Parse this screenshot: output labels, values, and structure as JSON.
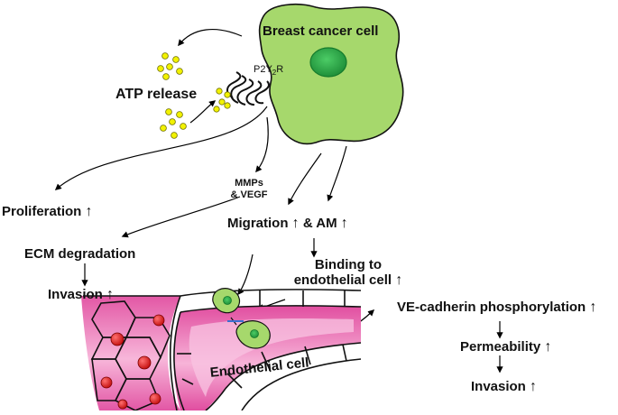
{
  "labels": {
    "breast_cancer_cell": "Breast cancer cell",
    "receptor": "P2Y",
    "receptor_sub1": "2",
    "receptor_r": "R",
    "atp_release": "ATP release",
    "proliferation": "Proliferation",
    "mmps_line1": "MMPs",
    "mmps_line2": "& VEGF",
    "migration": "Migration",
    "am": "& AM",
    "ecm_degradation": "ECM degradation",
    "invasion_left": "Invasion",
    "binding_line1": "Binding to",
    "binding_line2": "endothelial cell",
    "ve_cadherin": "VE-cadherin phosphorylation",
    "permeability": "Permeability",
    "invasion_right": "Invasion",
    "endothelial_cell": "Endothelial cell",
    "up_arrow": "↑"
  },
  "colors": {
    "cell_green": "#a6d86c",
    "nucleus_green": "#2fa34a",
    "atp_yellow": "#f2f200",
    "vessel_pink": "#e55aa8",
    "rbc_red": "#d81818"
  }
}
